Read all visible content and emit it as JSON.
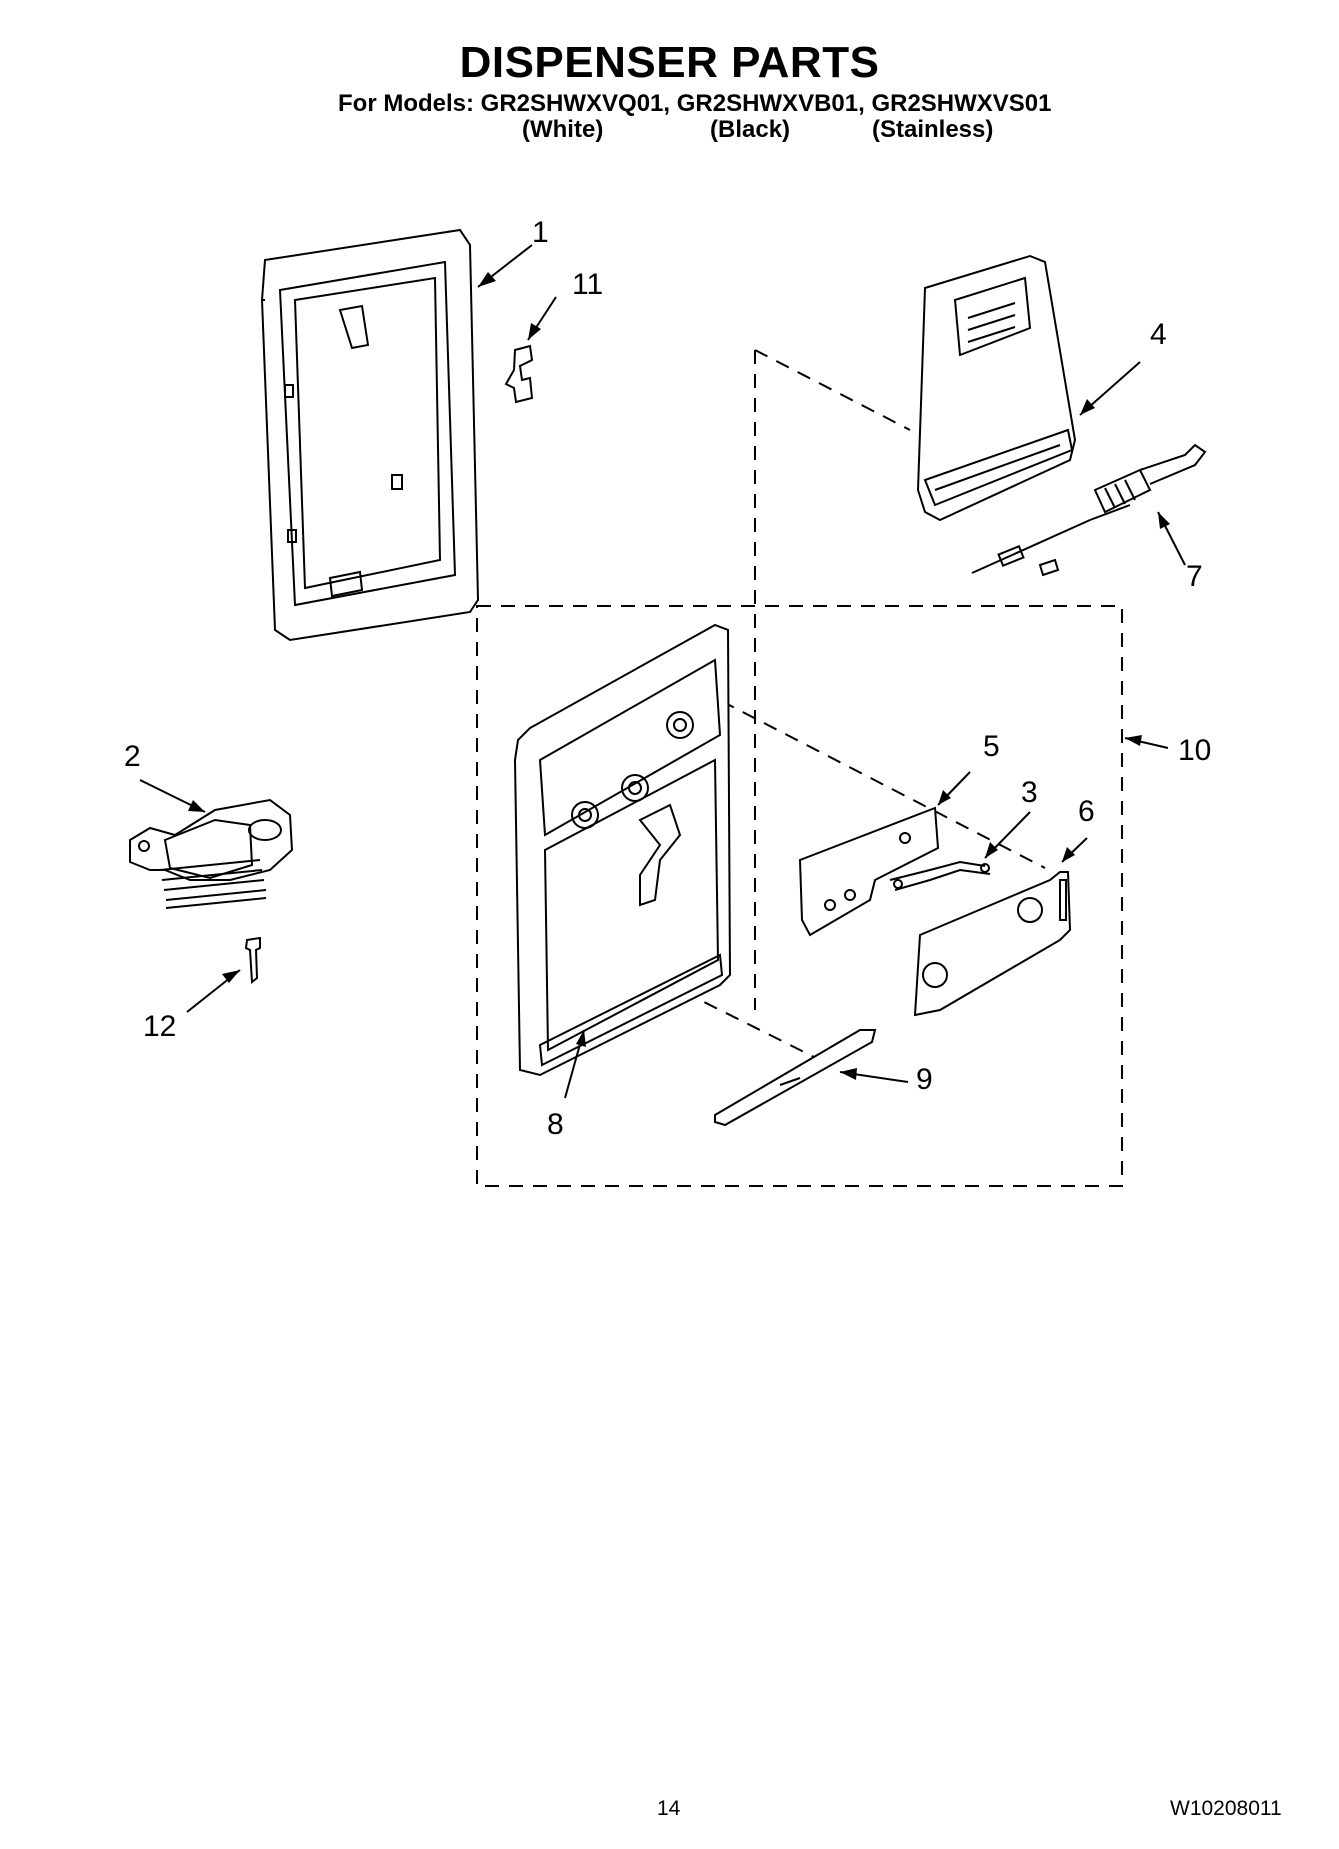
{
  "header": {
    "title": "DISPENSER PARTS",
    "models_line": "For Models: GR2SHWXVQ01, GR2SHWXVB01, GR2SHWXVS01",
    "variants": [
      "(White)",
      "(Black)",
      "(Stainless)"
    ]
  },
  "callouts": [
    "1",
    "2",
    "3",
    "4",
    "5",
    "6",
    "7",
    "8",
    "9",
    "10",
    "11",
    "12"
  ],
  "footer": {
    "page_number": "14",
    "doc_number": "W10208011"
  }
}
